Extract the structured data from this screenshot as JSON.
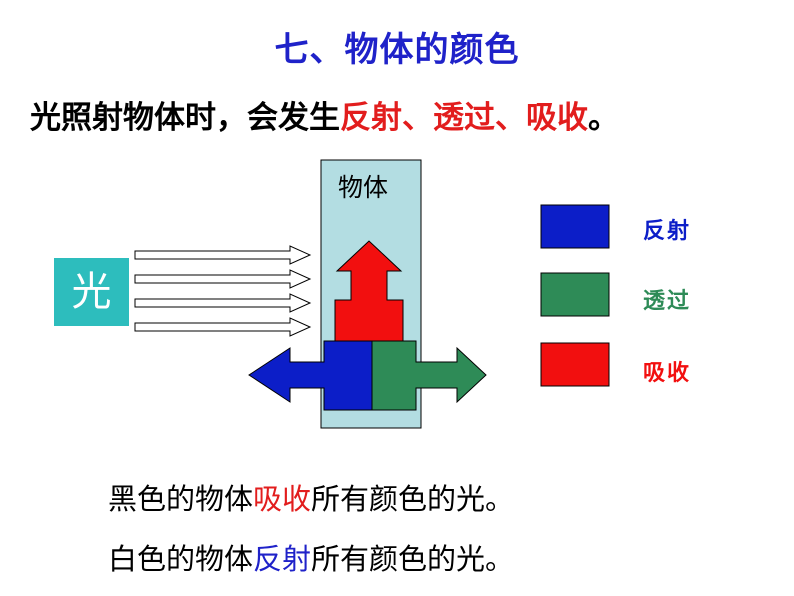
{
  "title": "七、物体的颜色",
  "intro": {
    "prefix": "光照射物体时，会发生",
    "highlight": "反射、透过、吸收",
    "suffix": "。"
  },
  "diagram": {
    "light_label": "光",
    "object_label": "物体",
    "legend": [
      {
        "label": "反射",
        "color": "#0c1ec8"
      },
      {
        "label": "透过",
        "color": "#2e8b57"
      },
      {
        "label": "吸收",
        "color": "#f20f0f"
      }
    ],
    "colors": {
      "light_box": "#2dbdbd",
      "object_panel": "#b3dde2",
      "reflect": "#0c1ec8",
      "transmit": "#2e8b57",
      "absorb": "#f20f0f"
    }
  },
  "statements": [
    {
      "prefix": "黑色的物体",
      "highlight": "吸收",
      "suffix": "所有颜色的光。"
    },
    {
      "prefix": "白色的物体",
      "highlight": "反射",
      "suffix": "所有颜色的光。"
    }
  ]
}
